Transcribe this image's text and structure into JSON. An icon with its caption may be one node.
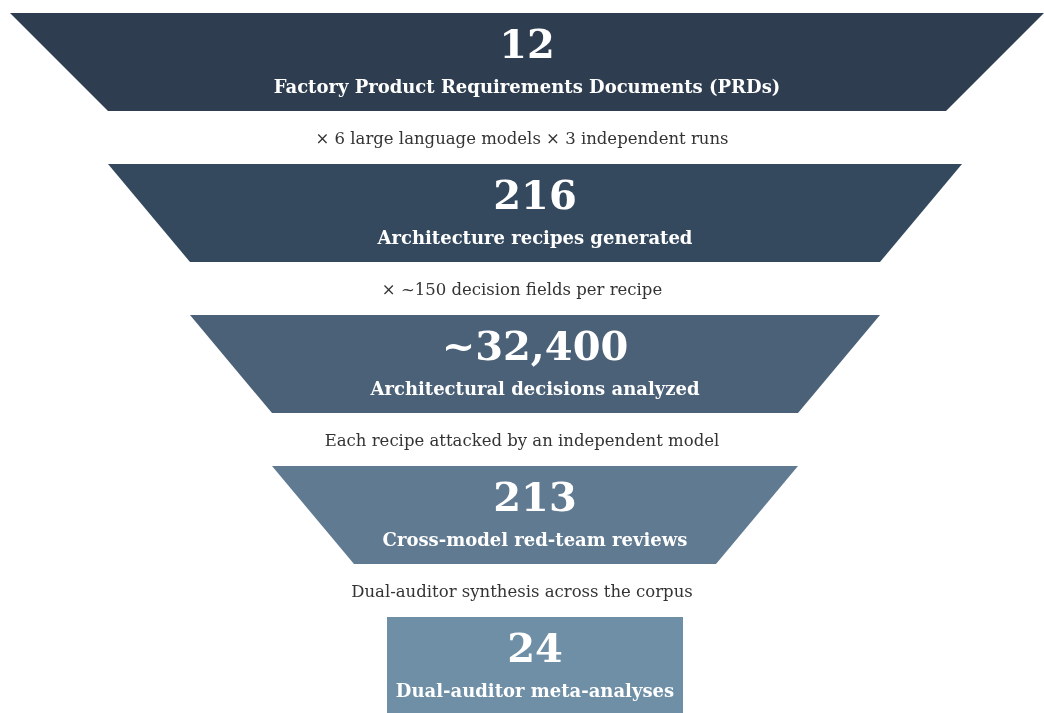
{
  "diagram": {
    "nodes": [
      {
        "text": [
          "12",
          "Factory Product Requirements Documents (PRDs)"
        ]
      },
      {
        "text": [
          "216",
          "Architecture recipes generated"
        ]
      },
      {
        "text": [
          "~32,400",
          "Architectural decisions analyzed"
        ]
      },
      {
        "text": [
          "213",
          "Cross-model red-team reviews"
        ]
      },
      {
        "text": [
          "24",
          "Dual-auditor meta-analyses"
        ]
      }
    ],
    "labels": [
      "× 6 large language models × 3 independent runs",
      "× ~150 decision fields per recipe",
      "Each recipe attacked by an independent model",
      "Dual-auditor synthesis across the corpus"
    ]
  }
}
